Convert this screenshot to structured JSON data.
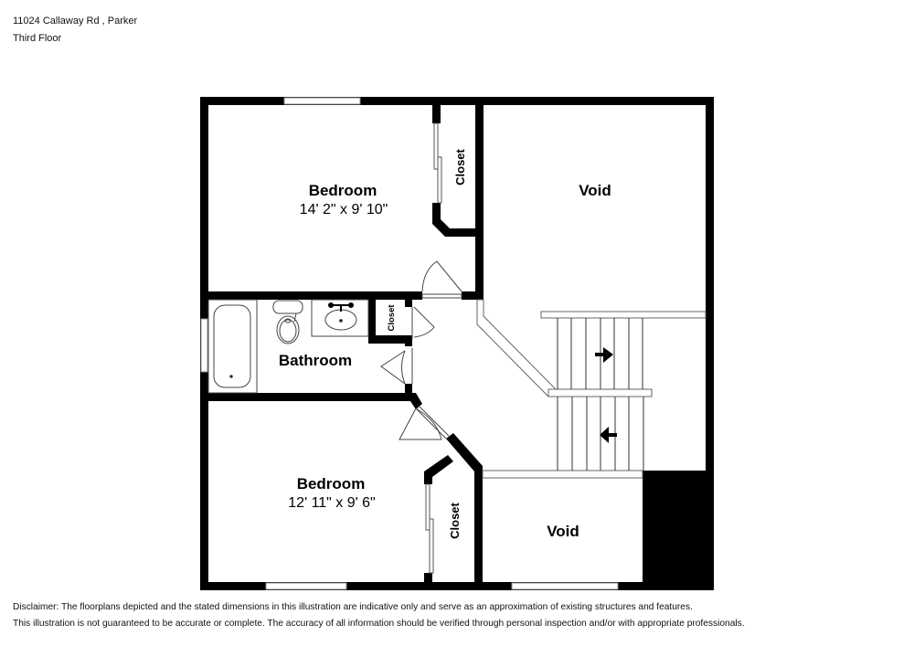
{
  "header": {
    "address": "11024 Callaway Rd , Parker",
    "floor": "Third Floor"
  },
  "rooms": {
    "bedroom_top": {
      "name": "Bedroom",
      "dimensions": "14' 2\" x 9' 10\""
    },
    "closet_top": {
      "name": "Closet"
    },
    "void_top": {
      "name": "Void"
    },
    "bathroom": {
      "name": "Bathroom"
    },
    "closet_bath": {
      "name": "Closet"
    },
    "bedroom_bottom": {
      "name": "Bedroom",
      "dimensions": "12' 11\" x 9' 6\""
    },
    "closet_bottom": {
      "name": "Closet"
    },
    "void_bottom": {
      "name": "Void"
    }
  },
  "stairs": {
    "upper_flight_direction": "right-arrow",
    "lower_flight_direction": "left-arrow"
  },
  "disclaimer": {
    "line1": "Disclaimer: The floorplans depicted and the stated dimensions in this illustration are indicative only and serve as an approximation of existing structures and features.",
    "line2": "This illustration is not guaranteed to be accurate or complete. The accuracy of all information should be verified through personal inspection and/or with appropriate professionals."
  },
  "colors": {
    "wall": "#000000",
    "background": "#ffffff",
    "fixture_line": "#444444"
  }
}
